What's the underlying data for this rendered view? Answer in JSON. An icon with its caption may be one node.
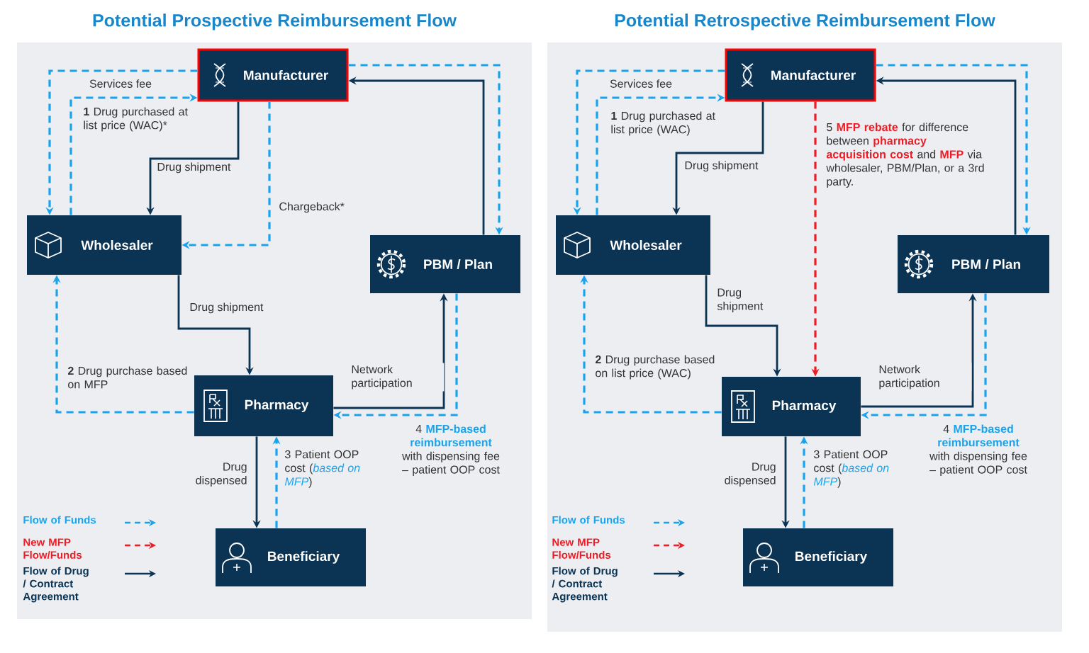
{
  "diagram": {
    "nodes": [
      {
        "text": [
          "Potential Prospective Reimbursement Flow"
        ]
      },
      {
        "text": [
          "Manufacturer"
        ],
        "in": 0
      },
      {
        "text": [
          "Wholesaler"
        ],
        "in": 0
      },
      {
        "text": [
          "PBM / Plan"
        ],
        "in": 0
      },
      {
        "text": [
          "Pharmacy"
        ],
        "in": 0
      },
      {
        "text": [
          "Beneficiary"
        ],
        "in": 0
      },
      {
        "text": [
          "Potential Retrospective Reimbursement Flow"
        ]
      },
      {
        "text": [
          "Manufacturer"
        ],
        "in": 6
      },
      {
        "text": [
          "Wholesaler"
        ],
        "in": 6
      },
      {
        "text": [
          "PBM / Plan"
        ],
        "in": 6
      },
      {
        "text": [
          "Pharmacy"
        ],
        "in": 6
      },
      {
        "text": [
          "Beneficiary"
        ],
        "in": 6
      }
    ],
    "edges": [
      {
        "from": 2,
        "to": 1,
        "arrow": "to",
        "style": "dashed",
        "label": "**1** Drug purchased at list price (WAC)*"
      },
      {
        "from": 1,
        "to": 2,
        "arrow": "to",
        "style": "dashed",
        "label": "Services fee"
      },
      {
        "from": 1,
        "to": 2,
        "arrow": "to",
        "color": "#0b3354",
        "label": "Drug shipment"
      },
      {
        "from": 1,
        "to": 2,
        "arrow": "to",
        "style": "dashed",
        "label": "Chargeback*"
      },
      {
        "from": 3,
        "to": 1,
        "arrow": "to",
        "color": "#0b3354"
      },
      {
        "from": 1,
        "to": 3,
        "arrow": "to",
        "style": "dashed"
      },
      {
        "from": 2,
        "to": 4,
        "arrow": "to",
        "color": "#0b3354",
        "label": "Drug shipment"
      },
      {
        "from": 4,
        "to": 2,
        "arrow": "to",
        "style": "dashed",
        "label": "**2** Drug purchase based on MFP"
      },
      {
        "from": 4,
        "to": 3,
        "arrow": "to",
        "color": "#0b3354",
        "label": "Network participation"
      },
      {
        "from": 3,
        "to": 4,
        "arrow": "to",
        "style": "dashed",
        "label": "4 **MFP-based reimbursement** with dispensing fee – patient OOP cost"
      },
      {
        "from": 4,
        "to": 5,
        "arrow": "to",
        "color": "#0b3354",
        "label": "Drug dispensed"
      },
      {
        "from": 5,
        "to": 4,
        "arrow": "to",
        "style": "dashed",
        "label": "3 Patient OOP cost (*based on MFP*)"
      },
      {
        "from": 8,
        "to": 7,
        "arrow": "to",
        "style": "dashed",
        "label": "**1** Drug purchased at list price (WAC)"
      },
      {
        "from": 7,
        "to": 8,
        "arrow": "to",
        "style": "dashed",
        "label": "Services fee"
      },
      {
        "from": 7,
        "to": 8,
        "arrow": "to",
        "color": "#0b3354",
        "label": "Drug shipment"
      },
      {
        "from": 7,
        "to": 10,
        "arrow": "to",
        "style": "dashed",
        "color": "#ee1c25",
        "label": "5 **MFP rebate** for difference between **pharmacy acquisition cost** and **MFP** via wholesaler, PBM/Plan, or a 3rd party."
      },
      {
        "from": 9,
        "to": 7,
        "arrow": "to",
        "color": "#0b3354"
      },
      {
        "from": 7,
        "to": 9,
        "arrow": "to",
        "style": "dashed"
      },
      {
        "from": 8,
        "to": 10,
        "arrow": "to",
        "color": "#0b3354",
        "label": "Drug shipment"
      },
      {
        "from": 10,
        "to": 8,
        "arrow": "to",
        "style": "dashed",
        "label": "**2** Drug purchase based on list price (WAC)"
      },
      {
        "from": 10,
        "to": 9,
        "arrow": "to",
        "color": "#0b3354",
        "label": "Network participation"
      },
      {
        "from": 9,
        "to": 10,
        "arrow": "to",
        "style": "dashed",
        "label": "4 **MFP-based reimbursement** with dispensing fee – patient OOP cost"
      },
      {
        "from": 10,
        "to": 11,
        "arrow": "to",
        "color": "#0b3354",
        "label": "Drug dispensed"
      },
      {
        "from": 11,
        "to": 10,
        "arrow": "to",
        "style": "dashed",
        "label": "3 Patient OOP cost (*based on MFP*)"
      }
    ],
    "legend": [
      {
        "text": "Flow of Funds"
      },
      {
        "text": "New MFP Flow/Funds"
      },
      {
        "text": "Flow of Drug / Contract Agreement"
      },
      {
        "text": "Flow of Funds"
      },
      {
        "text": "New MFP Flow/Funds"
      },
      {
        "text": "Flow of Drug / Contract Agreement"
      }
    ]
  }
}
